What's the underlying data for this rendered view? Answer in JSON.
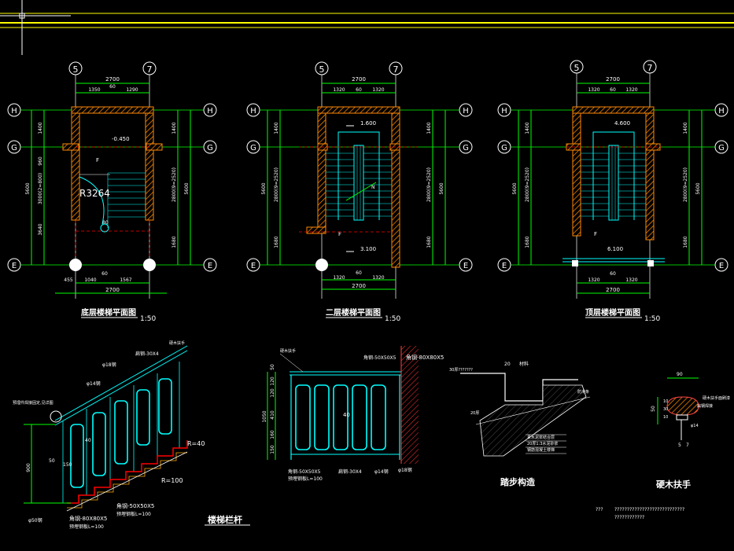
{
  "axes": {
    "col_a": "5",
    "col_b": "7",
    "row_h": "H",
    "row_g": "G",
    "row_e": "E"
  },
  "plans": [
    {
      "title": "底层楼梯平面图",
      "scale": "1:50",
      "top_total": "2700",
      "top_mid": "60",
      "top_left": "1350",
      "top_right": "1290",
      "bot_total": "2700",
      "bot_a": "455",
      "bot_b": "1040",
      "bot_c": "1567",
      "bot_mid": "60",
      "left_total": "5600",
      "left_a": "1400",
      "left_b": "960",
      "left_c": "3000(2=800)",
      "left_d": "3640",
      "right_total": "5600",
      "right_a": "1400",
      "right_b": "2800(9=2520)",
      "right_c": "1680",
      "elev": "-0.450",
      "elev_label": "",
      "radius": "R3264",
      "dim_80": "80"
    },
    {
      "title": "二层楼梯平面图",
      "scale": "1:50",
      "top_total": "2700",
      "top_mid": "60",
      "top_left": "1320",
      "top_right": "1320",
      "bot_total": "2700",
      "bot_left": "1320",
      "bot_right": "1320",
      "bot_mid": "60",
      "left_total": "5600",
      "left_a": "1400",
      "left_b": "2800(9=2520)",
      "left_c": "1680",
      "right_total": "5600",
      "right_a": "1400",
      "right_b": "2800(9=2520)",
      "right_c": "1680",
      "elev_top": "1.600",
      "elev_bot": "3.100"
    },
    {
      "title": "顶层楼梯平面图",
      "scale": "1:50",
      "top_total": "2700",
      "top_mid": "60",
      "top_left": "1320",
      "top_right": "1320",
      "bot_total": "2700",
      "bot_left": "1320",
      "bot_right": "1320",
      "bot_mid": "60",
      "left_total": "5600",
      "left_a": "1400",
      "left_b": "2800(9=2520)",
      "left_c": "1680",
      "right_total": "5600",
      "right_a": "1400",
      "right_b": "2800(9=2520)",
      "right_c": "1680",
      "elev_top": "4.600",
      "elev_bot": "6.100"
    }
  ],
  "railing": {
    "title": "楼梯栏杆",
    "labels": {
      "flat_steel": "扁钢-30X4",
      "phi18": "φ18钢",
      "phi14": "φ14钢",
      "handrail_note": "硬木扶手",
      "left_note": "预埋件焊接固定,见详图",
      "r40": "R=40",
      "r100": "R=100",
      "a1": "角钢-50X50X5",
      "a1b": "预埋钢板L=100",
      "a2": "角钢-80X80X5",
      "a2b": "预埋钢板L=100",
      "h900": "900",
      "d50": "50",
      "d150": "150",
      "d40": "40",
      "phi50": "φ50钢"
    }
  },
  "elevation": {
    "labels": {
      "top_label": "硬木扶手",
      "a1": "角钢-50X50X5",
      "a2": "角钢-80X80X5",
      "d50": "50",
      "d120": "120",
      "d410": "410",
      "d160": "160",
      "d150": "150",
      "total": "1050",
      "d40": "40",
      "flat": "扁钢-30X4",
      "phi14": "φ14钢",
      "phi18": "φ18钢",
      "bl1": "角钢-50X50X5",
      "bl2": "预埋钢板L=100"
    }
  },
  "step": {
    "title": "踏步构造",
    "labels": {
      "top_note": "30厚???????",
      "d20": "20",
      "mat": "材料",
      "side_a": "20厚",
      "leg1": "素水泥浆结合层",
      "leg2": "20厚1:3水泥砂浆",
      "leg3": "钢筋混凝土楼梯",
      "leg4": "",
      "arrow_note": "防滑条"
    }
  },
  "handrail": {
    "title": "硬木扶手",
    "labels": {
      "d90": "90",
      "d50": "50",
      "d10a": "10",
      "d30": "30",
      "d10b": "10",
      "n1": "硬木扶手面刷漆",
      "n2": "扁钢焊接",
      "n3": "φ14",
      "d5": "5",
      "d7": "7"
    }
  },
  "footer": {
    "note_label": "???",
    "note_line1": "????????????????????????????",
    "note_line2": "????????????"
  }
}
